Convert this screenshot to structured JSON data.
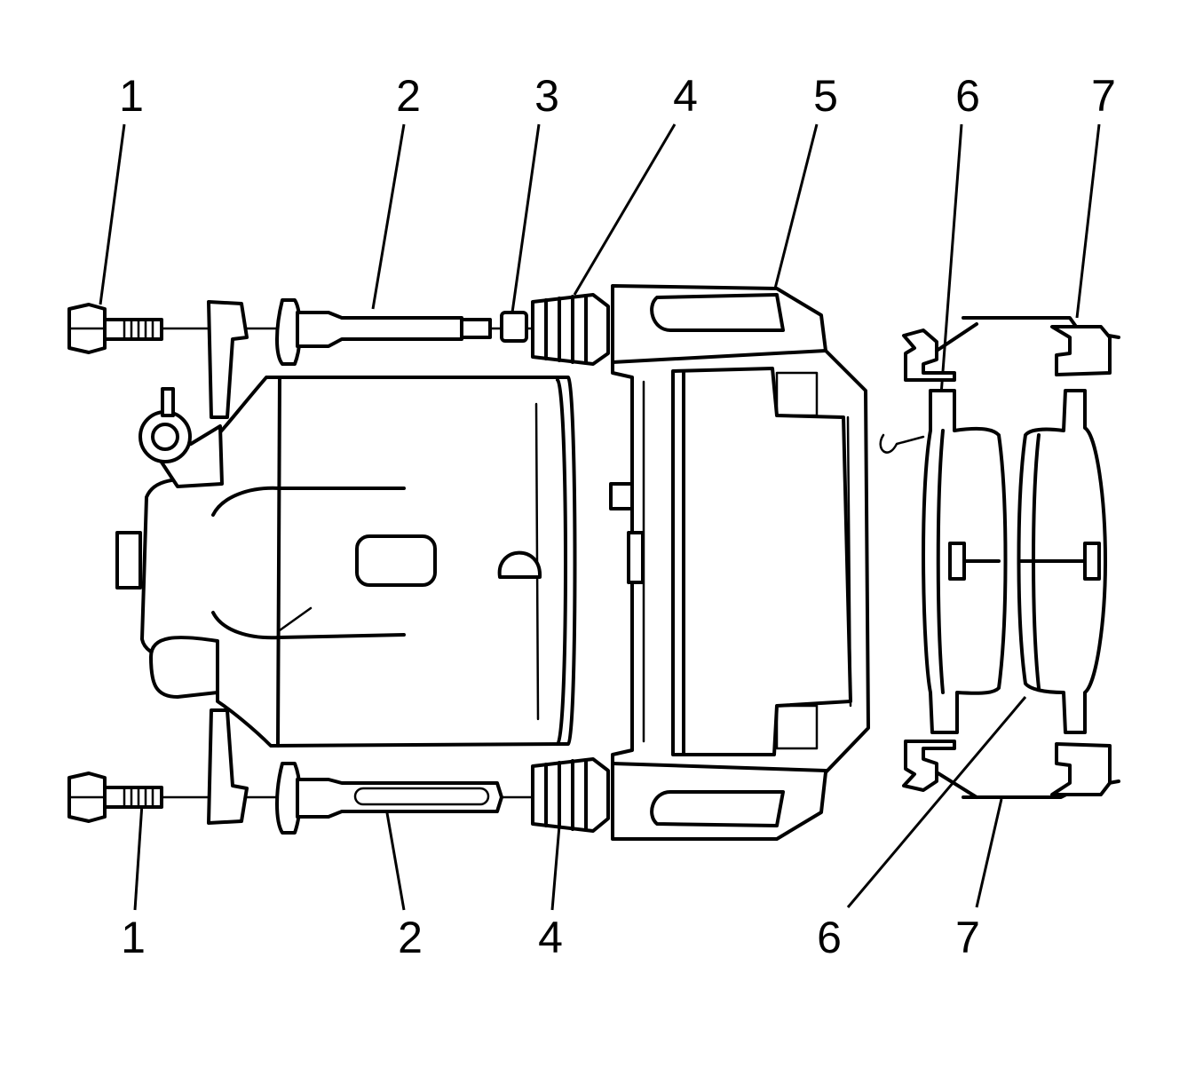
{
  "labels": {
    "top": [
      "1",
      "2",
      "3",
      "4",
      "5",
      "6",
      "7"
    ],
    "bottom": [
      "1",
      "2",
      "4",
      "6",
      "7"
    ]
  }
}
